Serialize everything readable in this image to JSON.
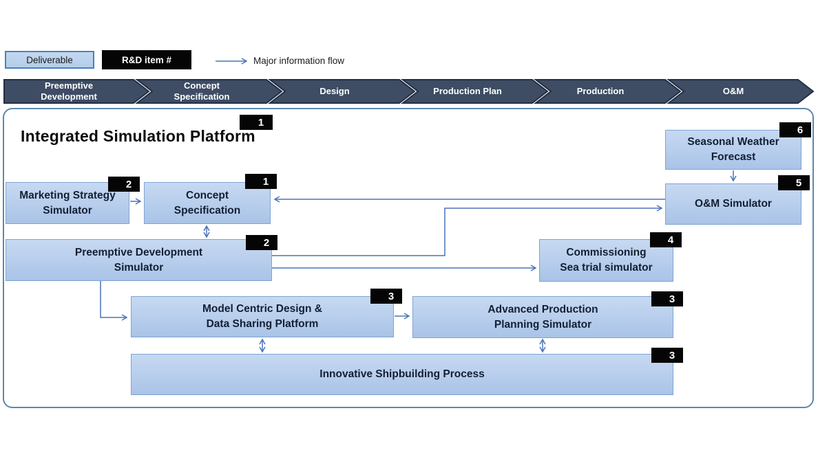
{
  "legend": {
    "deliverable_label": "Deliverable",
    "rd_item_label": "R&D item #",
    "flow_label": "Major information flow"
  },
  "phases": [
    {
      "label": "Preemptive Development"
    },
    {
      "label": "Concept Specification"
    },
    {
      "label": "Design"
    },
    {
      "label": "Production Plan"
    },
    {
      "label": "Production"
    },
    {
      "label": "O&M"
    }
  ],
  "platform": {
    "title": "Integrated Simulation Platform",
    "badge": "1"
  },
  "boxes": [
    {
      "name": "seasonal-weather-forecast",
      "line1": "Seasonal Weather",
      "line2": "Forecast",
      "badge": "6"
    },
    {
      "name": "om-simulator",
      "line1": "O&M Simulator",
      "badge": "5"
    },
    {
      "name": "marketing-strategy-simulator",
      "line1": "Marketing Strategy",
      "line2": "Simulator",
      "badge": "2"
    },
    {
      "name": "concept-specification",
      "line1": "Concept",
      "line2": "Specification",
      "badge": "1"
    },
    {
      "name": "preemptive-development-simulator",
      "line1": "Preemptive Development",
      "line2": "Simulator",
      "badge": "2"
    },
    {
      "name": "commissioning-sea-trial-simulator",
      "line1": "Commissioning",
      "line2": "Sea trial simulator",
      "badge": "4"
    },
    {
      "name": "model-centric-design-data-sharing-platform",
      "line1": "Model Centric Design &",
      "line2": "Data Sharing Platform",
      "badge": "3"
    },
    {
      "name": "advanced-production-planning-simulator",
      "line1": "Advanced Production",
      "line2": "Planning Simulator",
      "badge": "3"
    },
    {
      "name": "innovative-shipbuilding-process",
      "line1": "Innovative Shipbuilding Process",
      "badge": "3"
    }
  ],
  "colors": {
    "box_fill_top": "#c7d9f2",
    "box_fill_bottom": "#a9c4e7",
    "box_border": "#7fa3d4",
    "phase_fill": "#3e4c64",
    "phase_border": "#232f45",
    "arrow": "#4a74b8",
    "badge_bg": "#050505",
    "badge_text": "#ffffff",
    "container_border": "#5c88b0",
    "legend_swatch_border": "#4d80ba"
  }
}
